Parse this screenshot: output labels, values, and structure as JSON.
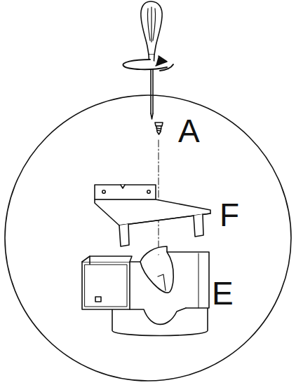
{
  "diagram": {
    "labels": [
      "A",
      "F",
      "E"
    ]
  }
}
